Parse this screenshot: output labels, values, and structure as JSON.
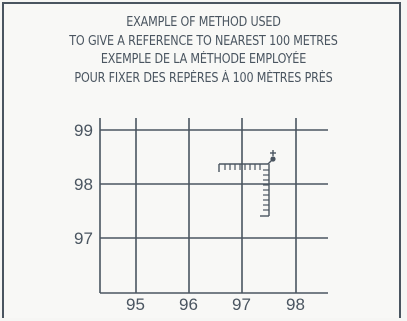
{
  "heading": {
    "line1": "EXAMPLE OF METHOD USED",
    "line2": "TO GIVE A REFERENCE TO NEAREST 100 METRES",
    "line3": "EXEMPLE DE LA MÉTHODE EMPLOYÉE",
    "line4": "POUR FIXER DES REPÈRES À 100 MÈTRES PRÈS"
  },
  "grid": {
    "eastings": [
      "95",
      "96",
      "97",
      "98"
    ],
    "northings": [
      "99",
      "98",
      "97"
    ]
  },
  "colors": {
    "ink": "#4a5560",
    "background": "#f8f8f6"
  }
}
